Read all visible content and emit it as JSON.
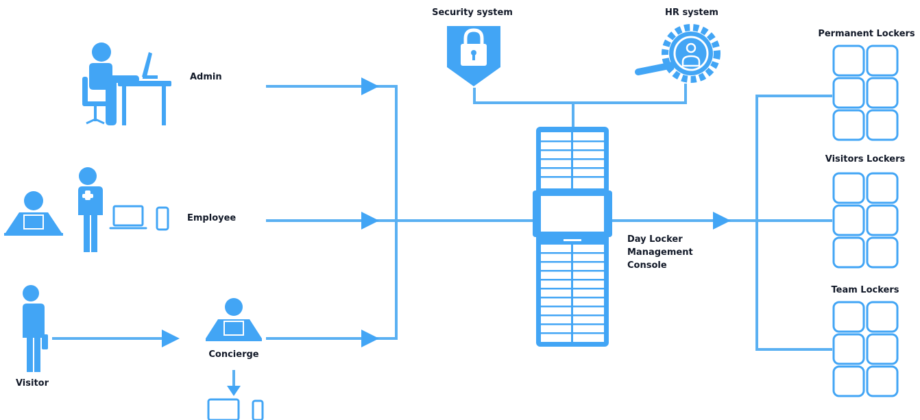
{
  "labels": {
    "admin": "Admin",
    "employee": "Employee",
    "visitor": "Visitor",
    "concierge": "Concierge",
    "security_system": "Security system",
    "hr_system": "HR system",
    "console_line1": "Day Locker",
    "console_line2": "Management",
    "console_line3": "Console",
    "permanent_lockers": "Permanent Lockers",
    "visitors_lockers": "Visitors Lockers",
    "team_lockers": "Team Lockers"
  },
  "icons": {
    "admin": "admin-at-desk-icon",
    "employee_seated": "employee-at-laptop-icon",
    "employee_standing": "employee-with-phone-icon",
    "laptop": "laptop-icon",
    "phone": "phone-icon",
    "visitor": "visitor-icon",
    "concierge": "concierge-at-desk-icon",
    "security": "security-lock-shield-icon",
    "hr": "hr-magnifier-gear-icon",
    "console": "locker-console-icon",
    "locker_grid": "locker-grid-icon"
  },
  "colors": {
    "accent": "#42A5F5",
    "accent_light": "#64B5F6",
    "stroke": "#5AB0F2",
    "text": "#111827"
  }
}
